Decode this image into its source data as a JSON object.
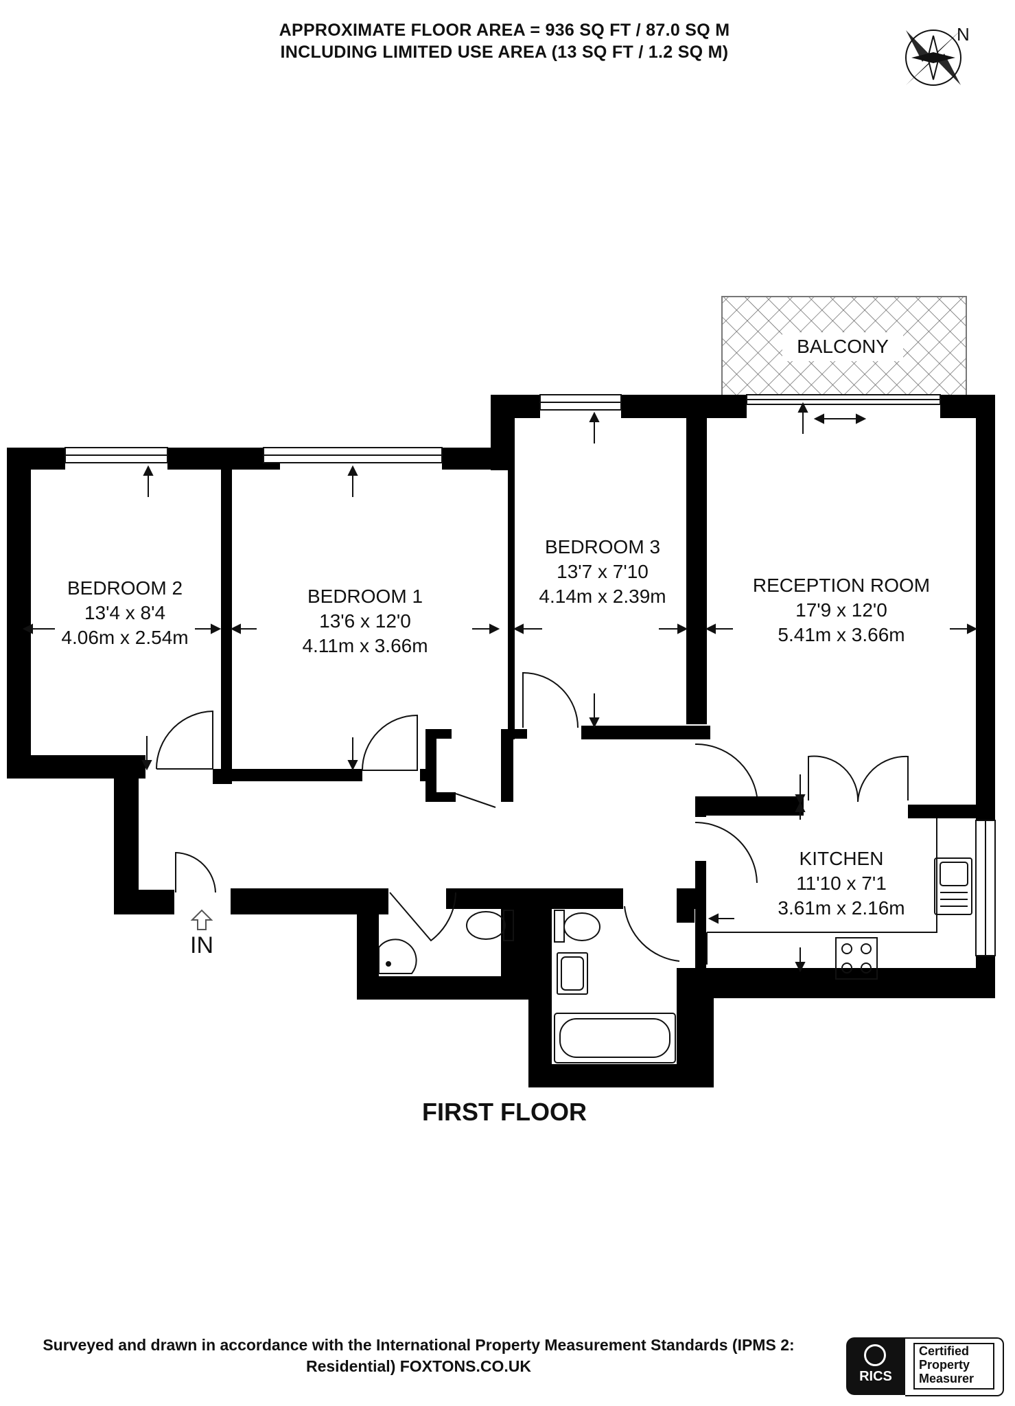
{
  "header": {
    "line1": "APPROXIMATE FLOOR AREA = 936 SQ FT / 87.0 SQ M",
    "line2": "INCLUDING LIMITED USE AREA (13 SQ FT / 1.2 SQ M)"
  },
  "compass": {
    "label": "N",
    "icon": "north-compass-icon"
  },
  "rooms": {
    "balcony": {
      "name": "BALCONY"
    },
    "bedroom2": {
      "name": "BEDROOM 2",
      "imperial": "13'4 x 8'4",
      "metric": "4.06m x 2.54m"
    },
    "bedroom1": {
      "name": "BEDROOM 1",
      "imperial": "13'6 x 12'0",
      "metric": "4.11m x 3.66m"
    },
    "bedroom3": {
      "name": "BEDROOM 3",
      "imperial": "13'7 x 7'10",
      "metric": "4.14m x 2.39m"
    },
    "reception": {
      "name": "RECEPTION ROOM",
      "imperial": "17'9 x 12'0",
      "metric": "5.41m x 3.66m"
    },
    "kitchen": {
      "name": "KITCHEN",
      "imperial": "11'10 x 7'1",
      "metric": "3.61m x 2.16m"
    }
  },
  "entrance": {
    "label": "IN"
  },
  "floor_label": "FIRST FLOOR",
  "footer": {
    "line1": "Surveyed and drawn in accordance with the International Property Measurement Standards (IPMS 2:",
    "line2": "Residential) FOXTONS.CO.UK"
  },
  "badge": {
    "org": "RICS",
    "line1": "Certified",
    "line2": "Property",
    "line3": "Measurer"
  },
  "colors": {
    "wall": "#000000",
    "background": "#ffffff",
    "text": "#111111"
  }
}
